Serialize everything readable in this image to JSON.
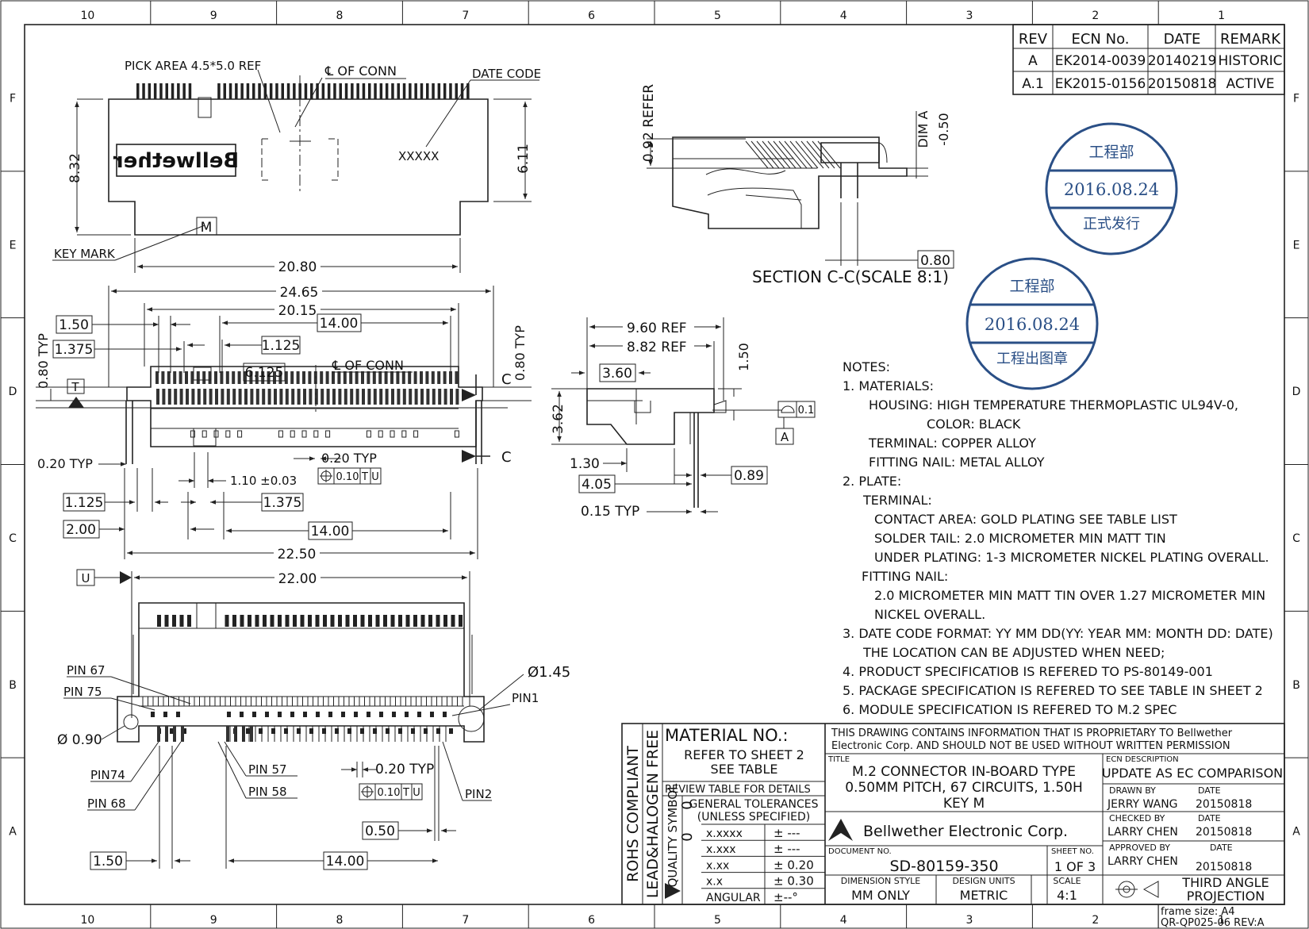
{
  "frame": {
    "col_labels": [
      "10",
      "9",
      "8",
      "7",
      "6",
      "5",
      "4",
      "3",
      "2",
      "1"
    ],
    "row_labels": [
      "F",
      "E",
      "D",
      "C",
      "B",
      "A"
    ]
  },
  "rev_table": {
    "headers": [
      "REV",
      "ECN No.",
      "DATE",
      "REMARK"
    ],
    "rows": [
      [
        "A",
        "EK2014-0039",
        "20140219",
        "HISTORIC"
      ],
      [
        "A.1",
        "EK2015-0156",
        "20150818",
        "ACTIVE"
      ]
    ]
  },
  "stamps": [
    {
      "top": "工程部",
      "date": "2016.08.24",
      "bottom": "正式发行"
    },
    {
      "top": "工程部",
      "date": "2016.08.24",
      "bottom": "工程出图章"
    }
  ],
  "top_view": {
    "pick_area": "PICK AREA 4.5*5.0 REF",
    "cl_conn": "℄ OF CONN",
    "date_code": "DATE CODE",
    "xxxxx": "XXXXX",
    "logo": "Bellwether",
    "key_mark": "KEY MARK",
    "key_letter": "M",
    "dim_832": "8.32",
    "dim_611": "6.11",
    "dim_2080": "20.80"
  },
  "section": {
    "refer": "0.92 REFER",
    "dim_a": "DIM A",
    "dim_050": "-0.50",
    "dim_080": "0.80",
    "label": "SECTION C-C(SCALE 8:1)"
  },
  "front_view": {
    "d2465": "24.65",
    "d2015": "20.15",
    "d150": "1.50",
    "d1375": "1.375",
    "d1400": "14.00",
    "d1125": "1.125",
    "d6125": "6.125",
    "cl": "℄ OF CONN",
    "typ080l": "0.80 TYP",
    "typ080r": "0.80 TYP",
    "datum_t": "T",
    "c": "C",
    "typ020l": "0.20 TYP",
    "typ020": "0.20 TYP",
    "tol": "0.10",
    "tolT": "T",
    "tolU": "U",
    "d110": "1.10 ±0.03",
    "b1125": "1.125",
    "b1375": "1.375",
    "b200": "2.00",
    "b1400": "14.00",
    "b2250": "22.50"
  },
  "side_view": {
    "d960": "9.60 REF",
    "d882": "8.82 REF",
    "d360": "3.60",
    "d150": "1.50",
    "d362": "3.62",
    "flat": "0.1",
    "datum_a": "A",
    "d130": "1.30",
    "d405": "4.05",
    "d089": "0.89",
    "d015": "0.15 TYP"
  },
  "bottom_view": {
    "datum_u": "U",
    "d2200": "22.00",
    "pin67": "PIN 67",
    "pin75": "PIN 75",
    "dia145": "Ø1.45",
    "pin1": "PIN1",
    "dia090": "Ø 0.90",
    "pin74": "PIN74",
    "pin68": "PIN 68",
    "pin57": "PIN 57",
    "pin58": "PIN 58",
    "pin2": "PIN2",
    "typ020": "0.20 TYP",
    "tol": "0.10",
    "tolT": "T",
    "tolU": "U",
    "d050": "0.50",
    "d150": "1.50",
    "d1400": "14.00"
  },
  "notes": [
    "NOTES:",
    "1. MATERIALS:",
    "HOUSING: HIGH TEMPERATURE THERMOPLASTIC UL94V-0,",
    "COLOR: BLACK",
    "TERMINAL: COPPER ALLOY",
    "FITTING NAIL: METAL ALLOY",
    "2. PLATE:",
    "TERMINAL:",
    "CONTACT AREA: GOLD PLATING SEE TABLE LIST",
    "SOLDER TAIL: 2.0 MICROMETER MIN MATT TIN",
    "UNDER PLATING: 1-3 MICROMETER NICKEL PLATING OVERALL.",
    "FITTING NAIL:",
    "2.0 MICROMETER MIN MATT TIN OVER 1.27 MICROMETER MIN",
    "NICKEL OVERALL.",
    "3. DATE CODE FORMAT: YY MM DD(YY: YEAR MM: MONTH DD: DATE)",
    "THE LOCATION CAN BE ADJUSTED WHEN NEED;",
    "4. PRODUCT SPECIFICATIOB IS REFERED TO PS-80149-001",
    "5. PACKAGE SPECIFICATION IS REFERED TO SEE TABLE IN SHEET 2",
    "6. MODULE SPECIFICATION IS REFERED TO M.2 SPEC"
  ],
  "title_block": {
    "rohs": "ROHS COMPLIANT",
    "lead": "LEAD&HALOGEN FREE",
    "quality": "QUALITY SYMBOL",
    "material": "MATERIAL NO.:",
    "refer1": "REFER TO SHEET 2",
    "refer2": "SEE TABLE",
    "review": "REVIEW TABLE FOR DETAILS",
    "gt1": "GENERAL TOLERANCES",
    "gt2": "(UNLESS SPECIFIED)",
    "tol_rows": [
      [
        "x.xxxx",
        "± ---"
      ],
      [
        "x.xxx",
        "± ---"
      ],
      [
        "x.xx",
        "± 0.20"
      ],
      [
        "x.x",
        "± 0.30"
      ],
      [
        "ANGULAR",
        "±--°"
      ]
    ],
    "prop1": "THIS DRAWING CONTAINS INFORMATION THAT IS PROPRIETARY TO Bellwether",
    "prop2": "Electronic Corp. AND SHOULD NOT BE USED WITHOUT WRITTEN PERMISSION",
    "title_lbl": "TITLE",
    "title1": "M.2 CONNECTOR IN-BOARD TYPE",
    "title2": "0.50MM PITCH, 67 CIRCUITS, 1.50H",
    "title3": "KEY M",
    "ecn_lbl": "ECN DESCRIPTION",
    "ecn": "UPDATE AS EC COMPARISON",
    "company": "Bellwether Electronic Corp.",
    "docno_lbl": "DOCUMENT NO.",
    "docno": "SD-80159-350",
    "sheet_lbl": "SHEET NO.",
    "sheet": "1 OF 3",
    "drawn_lbl": "DRAWN BY",
    "date_lbl": "DATE",
    "drawn": "JERRY WANG",
    "drawn_date": "20150818",
    "checked_lbl": "CHECKED BY",
    "checked": "LARRY CHEN",
    "checked_date": "20150818",
    "approved_lbl": "APPROVED BY",
    "approved": "LARRY CHEN",
    "approved_date": "20150818",
    "dim_lbl": "DIMENSION STYLE",
    "dim": "MM ONLY",
    "units_lbl": "DESIGN UNITS",
    "units": "METRIC",
    "scale_lbl": "SCALE",
    "scale": "4:1",
    "proj1": "THIRD ANGLE",
    "proj2": "PROJECTION",
    "frame1": "frame size: A4",
    "frame2": "QR-QP025-06 REV:A"
  }
}
